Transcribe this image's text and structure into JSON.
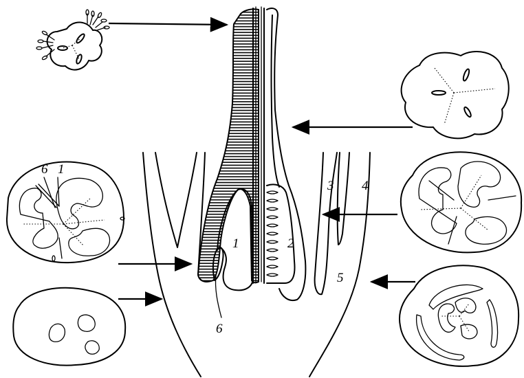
{
  "labels": {
    "l1_left": "1",
    "l6_left": "6",
    "l1_center": "1",
    "l2_center": "2",
    "l3_center": "3",
    "l4_center": "4",
    "l5_center": "5",
    "l6_bottom": "6"
  },
  "colors": {
    "ink": "#000000",
    "background": "#ffffff"
  }
}
